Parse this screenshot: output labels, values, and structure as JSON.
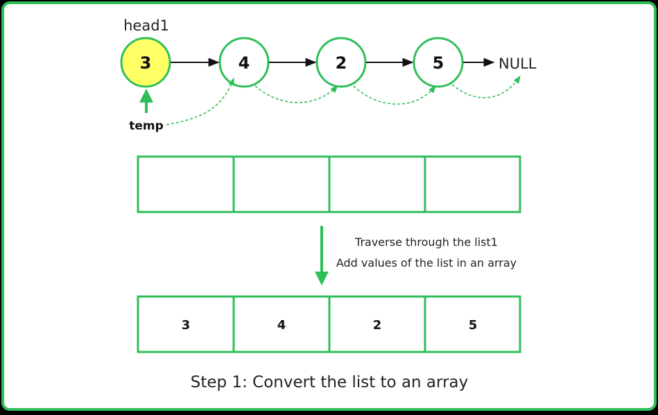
{
  "labels": {
    "head": "head1",
    "temp": "temp",
    "null": "NULL",
    "instruction_1": "Traverse through the list1",
    "instruction_2": "Add values of the list in an array",
    "caption": "Step 1: Convert the list to an array"
  },
  "list_nodes": [
    {
      "value": "3",
      "highlighted": true
    },
    {
      "value": "4",
      "highlighted": false
    },
    {
      "value": "2",
      "highlighted": false
    },
    {
      "value": "5",
      "highlighted": false
    }
  ],
  "empty_array": [
    "",
    "",
    "",
    ""
  ],
  "filled_array": [
    "3",
    "4",
    "2",
    "5"
  ],
  "colors": {
    "green": "#2fbe58",
    "highlight": "#ffff66",
    "text": "#222222",
    "background": "#ffffff"
  }
}
